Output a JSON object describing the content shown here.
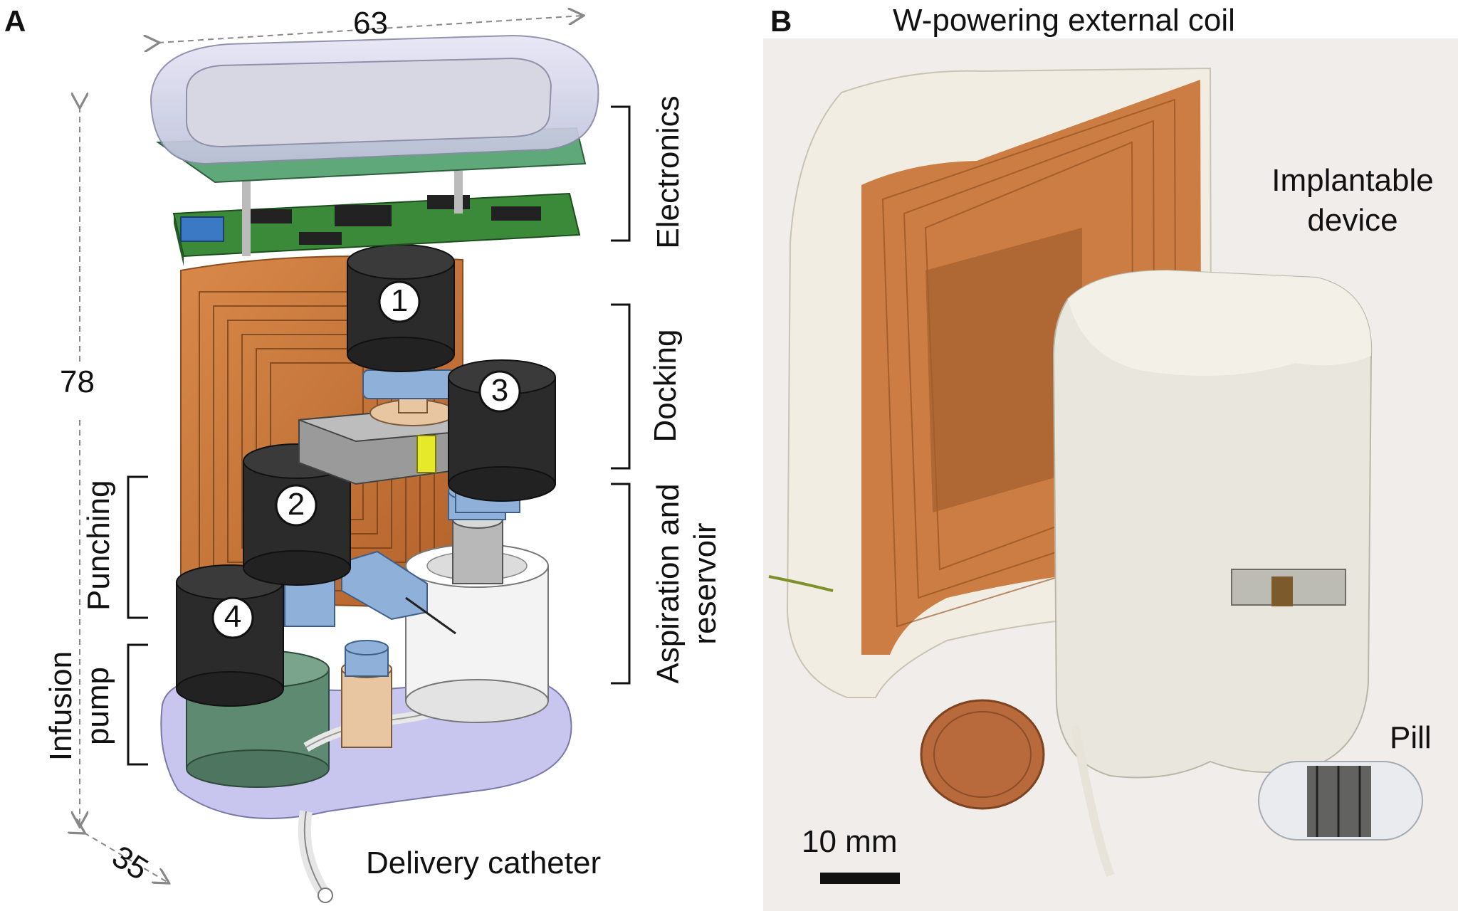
{
  "panel_a": {
    "letter": "A",
    "dims": {
      "width": "63",
      "height": "78",
      "depth": "35"
    },
    "numbers": [
      "1",
      "2",
      "3",
      "4"
    ],
    "groups": {
      "electronics": "Electronics",
      "docking": "Docking",
      "aspiration_line1": "Aspiration and",
      "aspiration_line2": "reservoir",
      "punching": "Punching",
      "infusion_line1": "Infusion",
      "infusion_line2": "pump"
    },
    "catheter": "Delivery catheter"
  },
  "panel_b": {
    "letter": "B",
    "coil_title": "W-powering external coil",
    "implant_line1": "Implantable",
    "implant_line2": "device",
    "pill": "Pill",
    "scale": "10 mm"
  },
  "colors": {
    "coil_copper": "#c8773a",
    "motor": "#2b2b2b",
    "pcb": "#3a8a3a",
    "gear": "#8fb0d8",
    "housing": "#c8c6ee",
    "reservoir": "#f2f2f2",
    "pump": "#5e8a72"
  }
}
